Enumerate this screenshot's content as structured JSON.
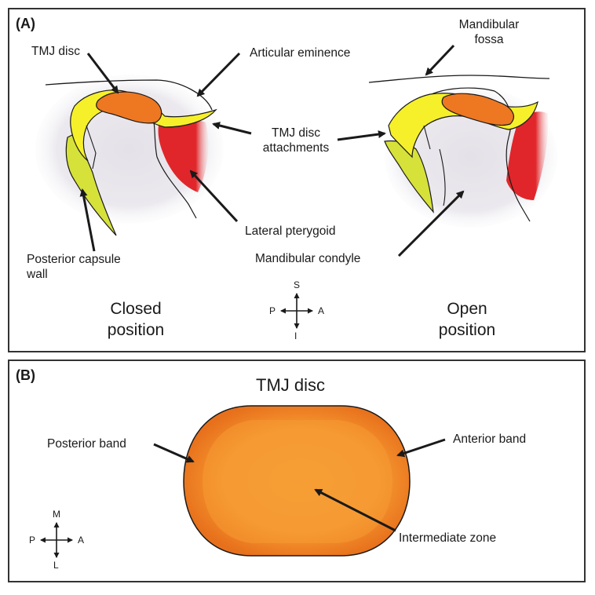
{
  "panel_a": {
    "letter": "(A)",
    "labels": {
      "tmj_disc": "TMJ disc",
      "articular_eminence": "Articular eminence",
      "mandibular_fossa_1": "Mandibular",
      "mandibular_fossa_2": "fossa",
      "attachments_1": "TMJ disc",
      "attachments_2": "attachments",
      "lateral_pterygoid": "Lateral pterygoid",
      "posterior_capsule_1": "Posterior capsule",
      "posterior_capsule_2": "wall",
      "mandibular_condyle": "Mandibular condyle"
    },
    "closed_1": "Closed",
    "closed_2": "position",
    "open_1": "Open",
    "open_2": "position",
    "compass": {
      "up": "S",
      "down": "I",
      "left": "P",
      "right": "A"
    }
  },
  "panel_b": {
    "letter": "(B)",
    "title": "TMJ disc",
    "labels": {
      "posterior_band": "Posterior band",
      "anterior_band": "Anterior band",
      "intermediate_zone": "Intermediate zone"
    },
    "compass": {
      "up": "M",
      "down": "L",
      "left": "P",
      "right": "A"
    }
  },
  "colors": {
    "disc_orange": "#ee7722",
    "disc_light": "#f59a33",
    "disc_dark": "#e26a1a",
    "attachment_yellow": "#f5f02a",
    "capsule_green": "#d6e23a",
    "muscle_red": "#e0262a",
    "bone_grey": "#e7e4ea"
  }
}
